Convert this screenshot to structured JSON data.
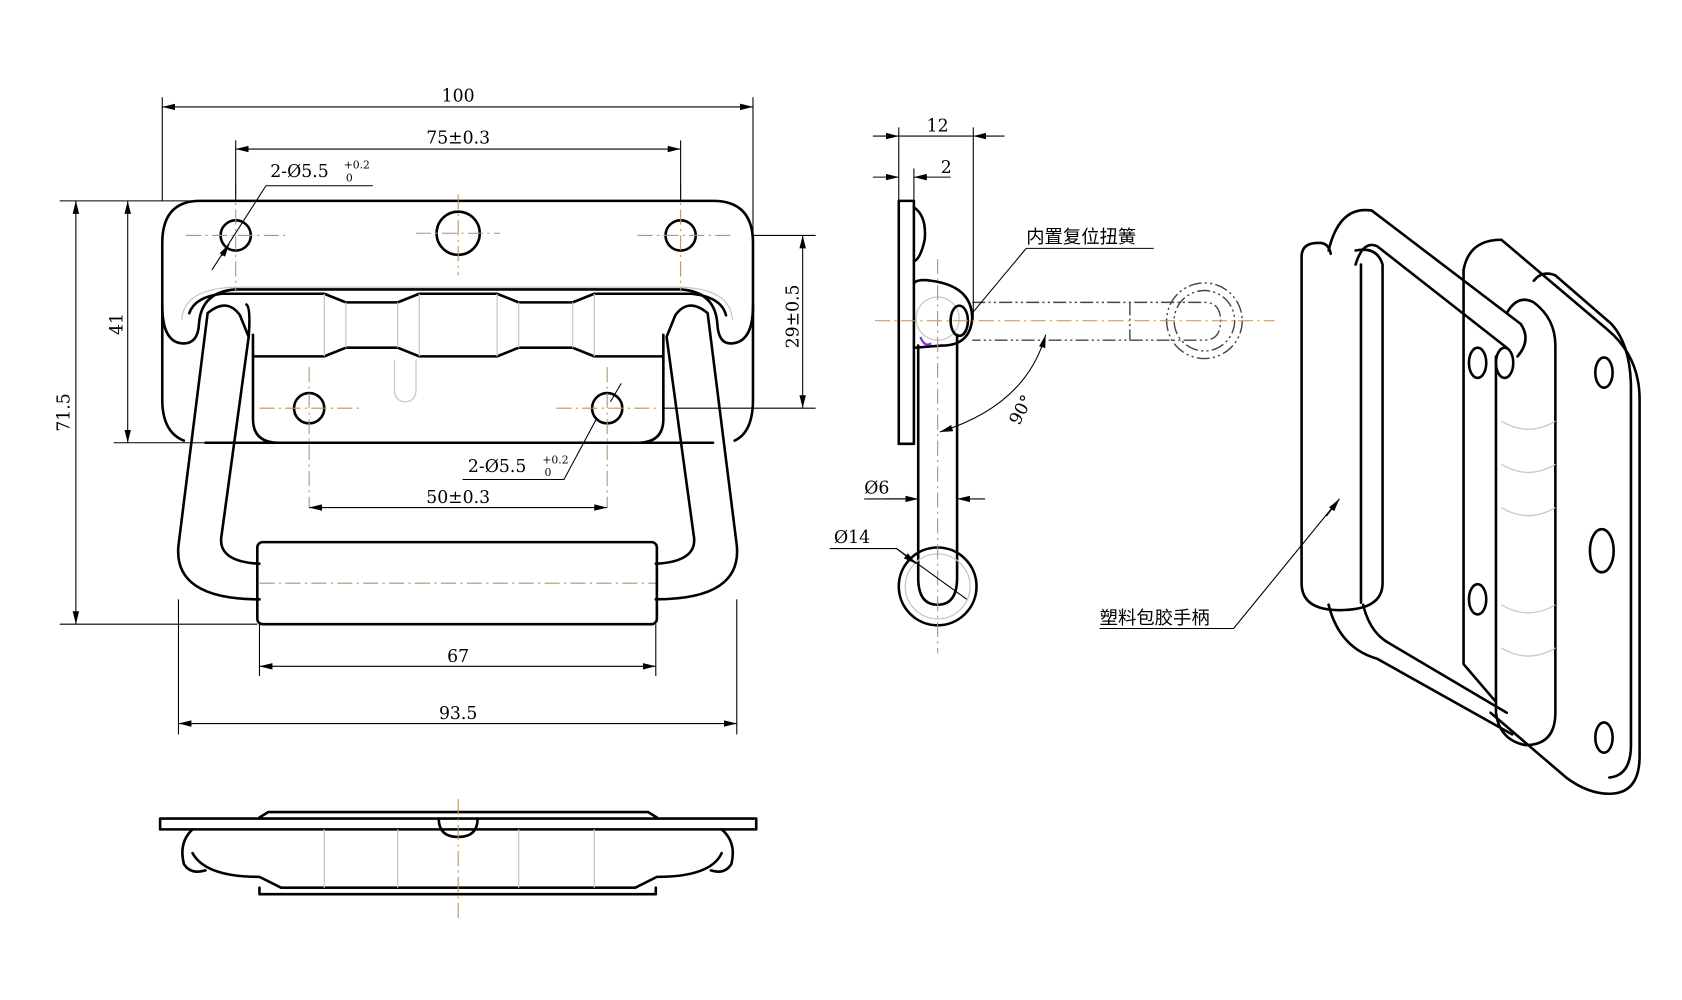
{
  "drawing": {
    "front_view": {
      "overall_width": "100",
      "top_hole_spacing": "75±0.3",
      "top_hole_callout": "2-Ø5.5",
      "top_hole_tol_upper": "+0.2",
      "top_hole_tol_lower": "0",
      "plate_height": "41",
      "overall_height": "71.5",
      "hole_vertical_spacing": "29±0.5",
      "bottom_hole_callout": "2-Ø5.5",
      "bottom_hole_tol_upper": "+0.2",
      "bottom_hole_tol_lower": "0",
      "bottom_hole_spacing": "50±0.3",
      "grip_length": "67",
      "handle_width": "93.5"
    },
    "side_view": {
      "depth": "12",
      "plate_thickness": "2",
      "spring_label": "内置复位扭簧",
      "rotation_angle": "90°",
      "wire_diameter": "Ø6",
      "grip_diameter": "Ø14"
    },
    "iso_view": {
      "grip_label": "塑料包胶手柄"
    },
    "colors": {
      "line": "#000000",
      "centerline": "#b89360",
      "hidden": "#c8c8c8",
      "spring": "#8a2be2"
    }
  }
}
